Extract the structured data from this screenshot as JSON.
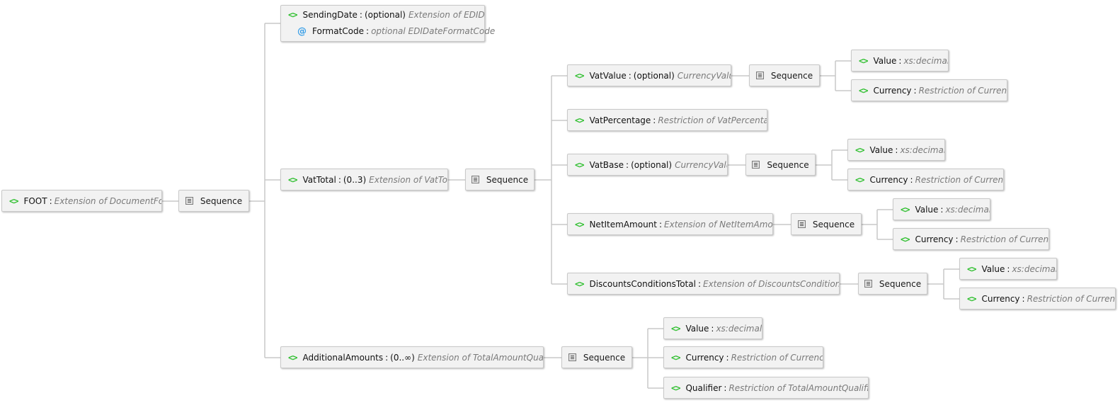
{
  "root": {
    "name": "FOOT",
    "type": "Extension of DocumentFoot"
  },
  "sequence_label": "Sequence",
  "sending_date": {
    "name": "SendingDate",
    "card": "(optional)",
    "type": "Extension of EDIDate",
    "attribute": {
      "name": "FormatCode",
      "type": "optional EDIDateFormatCode"
    }
  },
  "vat_total": {
    "name": "VatTotal",
    "card": "(0..3)",
    "type": "Extension of VatTotal"
  },
  "vat_value": {
    "name": "VatValue",
    "card": "(optional)",
    "type": "CurrencyValue"
  },
  "vat_value_value": {
    "name": "Value",
    "type": "xs:decimal"
  },
  "vat_value_currency": {
    "name": "Currency",
    "type": "Restriction of Currency"
  },
  "vat_percentage": {
    "name": "VatPercentage",
    "type": "Restriction of VatPercentage"
  },
  "vat_base": {
    "name": "VatBase",
    "card": "(optional)",
    "type": "CurrencyValue"
  },
  "vat_base_value": {
    "name": "Value",
    "type": "xs:decimal"
  },
  "vat_base_currency": {
    "name": "Currency",
    "type": "Restriction of Currency"
  },
  "net_item_amount": {
    "name": "NetItemAmount",
    "type": "Extension of NetItemAmount"
  },
  "net_item_value": {
    "name": "Value",
    "type": "xs:decimal"
  },
  "net_item_currency": {
    "name": "Currency",
    "type": "Restriction of Currency"
  },
  "discounts_total": {
    "name": "DiscountsConditionsTotal",
    "type": "Extension of DiscountsConditionsTotal"
  },
  "discounts_value": {
    "name": "Value",
    "type": "xs:decimal"
  },
  "discounts_currency": {
    "name": "Currency",
    "type": "Restriction of Currency"
  },
  "additional_amounts": {
    "name": "AdditionalAmounts",
    "card": "(0..∞)",
    "type": "Extension of TotalAmountQualified"
  },
  "additional_value": {
    "name": "Value",
    "type": "xs:decimal"
  },
  "additional_currency": {
    "name": "Currency",
    "type": "Restriction of Currency"
  },
  "additional_qualifier": {
    "name": "Qualifier",
    "type": "Restriction of TotalAmountQualifier"
  },
  "colors": {
    "element_tag": "#2fbf2f",
    "attribute_at": "#3aa0e8",
    "connector": "#c8c8c8"
  }
}
